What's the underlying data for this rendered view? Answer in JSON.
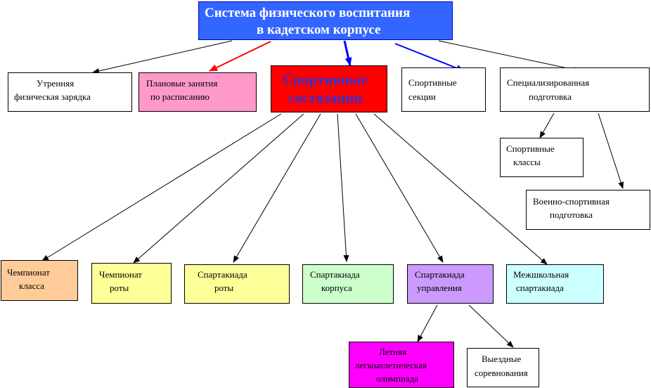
{
  "root": {
    "line1": "Система физического воспитания",
    "line2": "в кадетском корпусе"
  },
  "branches": {
    "morning": {
      "line1": "Утренняя",
      "line2": "физическая зарядка"
    },
    "planned": {
      "line1": "Плановые занятия",
      "line2": "по расписанию"
    },
    "sport": {
      "line1": "Спортивные",
      "line2": "состязания"
    },
    "sections": {
      "line1": "Спортивные",
      "line2": "секции"
    },
    "special": {
      "line1": "Специализированная",
      "line2": "подготовка"
    }
  },
  "special_children": {
    "classes": {
      "line1": "Спортивные",
      "line2": "классы"
    },
    "military": {
      "line1": "Военно-спортивная",
      "line2": "подготовка"
    }
  },
  "competitions": [
    {
      "line1": "Чемпионат",
      "line2": "класса",
      "color": "#ffcc99"
    },
    {
      "line1": "Чемпионат",
      "line2": "роты",
      "color": "#ffff99"
    },
    {
      "line1": "Спартакиада",
      "line2": "роты",
      "color": "#ffff99"
    },
    {
      "line1": "Спартакиада",
      "line2": "корпуса",
      "color": "#ccffcc"
    },
    {
      "line1": "Спартакиада",
      "line2": "управления",
      "color": "#cc99ff"
    },
    {
      "line1": "Межшкольная",
      "line2": "спартакиада",
      "color": "#ccffff"
    }
  ],
  "management_children": {
    "olympiad": {
      "line1": "Летняя",
      "line2": "легкоатлетическая",
      "line3": "олимпиада",
      "color": "#ff00ff"
    },
    "away": {
      "line1": "Выездные",
      "line2": "соревнования"
    }
  },
  "colors": {
    "root": "#3366ff",
    "sport": "#ff0000",
    "sport_text": "#3333cc",
    "planned": "#ff99cc",
    "arrow_red": "#ff0000",
    "arrow_blue": "#0000ff",
    "arrow_black": "#000000"
  }
}
